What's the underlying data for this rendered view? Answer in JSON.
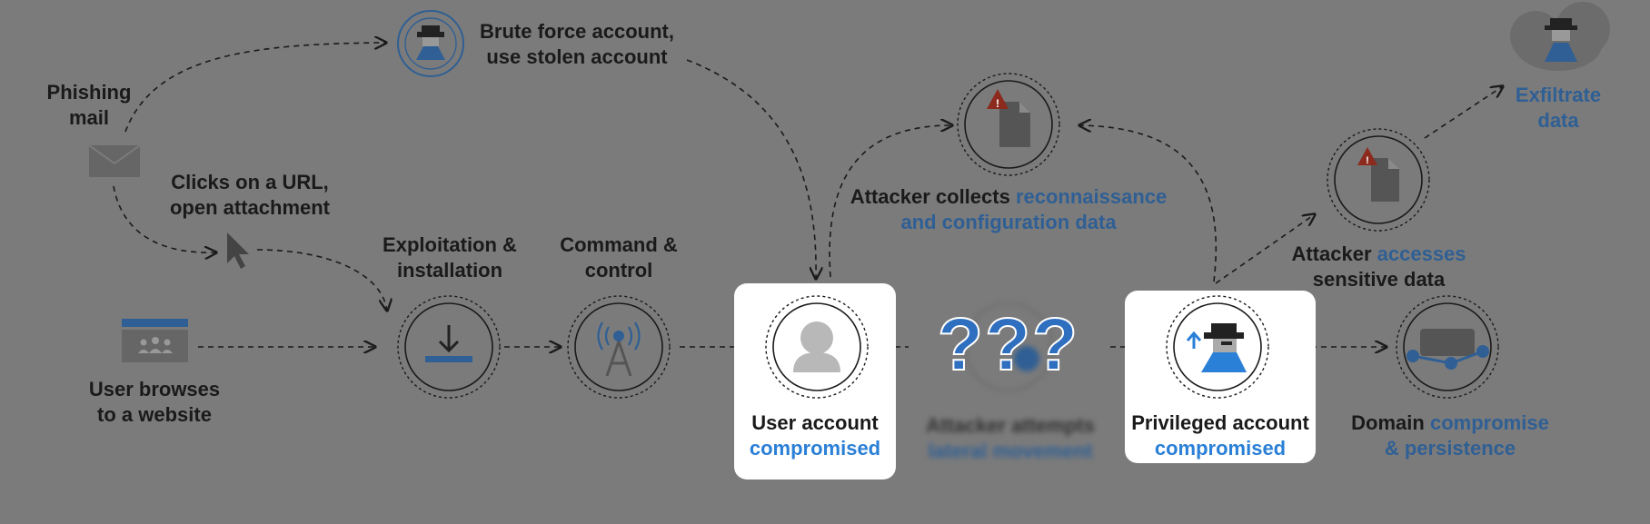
{
  "labels": {
    "phishing_mail_line1": "Phishing",
    "phishing_mail_line2": "mail",
    "brute_force_line1": "Brute force account,",
    "brute_force_line2": "use stolen account",
    "clicks_url_line1": "Clicks on a URL,",
    "clicks_url_line2": "open attachment",
    "exploitation_line1": "Exploitation &",
    "exploitation_line2": "installation",
    "command_line1": "Command &",
    "command_line2": "control",
    "user_browses_line1": "User browses",
    "user_browses_line2": "to a website",
    "user_account_line1": "User account",
    "user_account_line2": "compromised",
    "attacker_collects_prefix": "Attacker collects",
    "attacker_collects_highlight1": "reconnaissance",
    "attacker_collects_highlight2": "and configuration data",
    "lateral_line1": "Attacker attempts",
    "lateral_line2": "lateral movement",
    "question_marks": "???",
    "privileged_line1": "Privileged account",
    "privileged_line2": "compromised",
    "accesses_prefix": "Attacker",
    "accesses_highlight": "accesses",
    "accesses_line2": "sensitive data",
    "exfiltrate_line1": "Exfiltrate",
    "exfiltrate_line2": "data",
    "domain_prefix": "Domain",
    "domain_highlight1": "compromise",
    "domain_highlight2": "& persistence"
  },
  "colors": {
    "background": "#7b7b7b",
    "text": "#1a1a1a",
    "highlight": "#2f5f94",
    "highlight_bright": "#2a7fd6",
    "card": "#ffffff"
  }
}
